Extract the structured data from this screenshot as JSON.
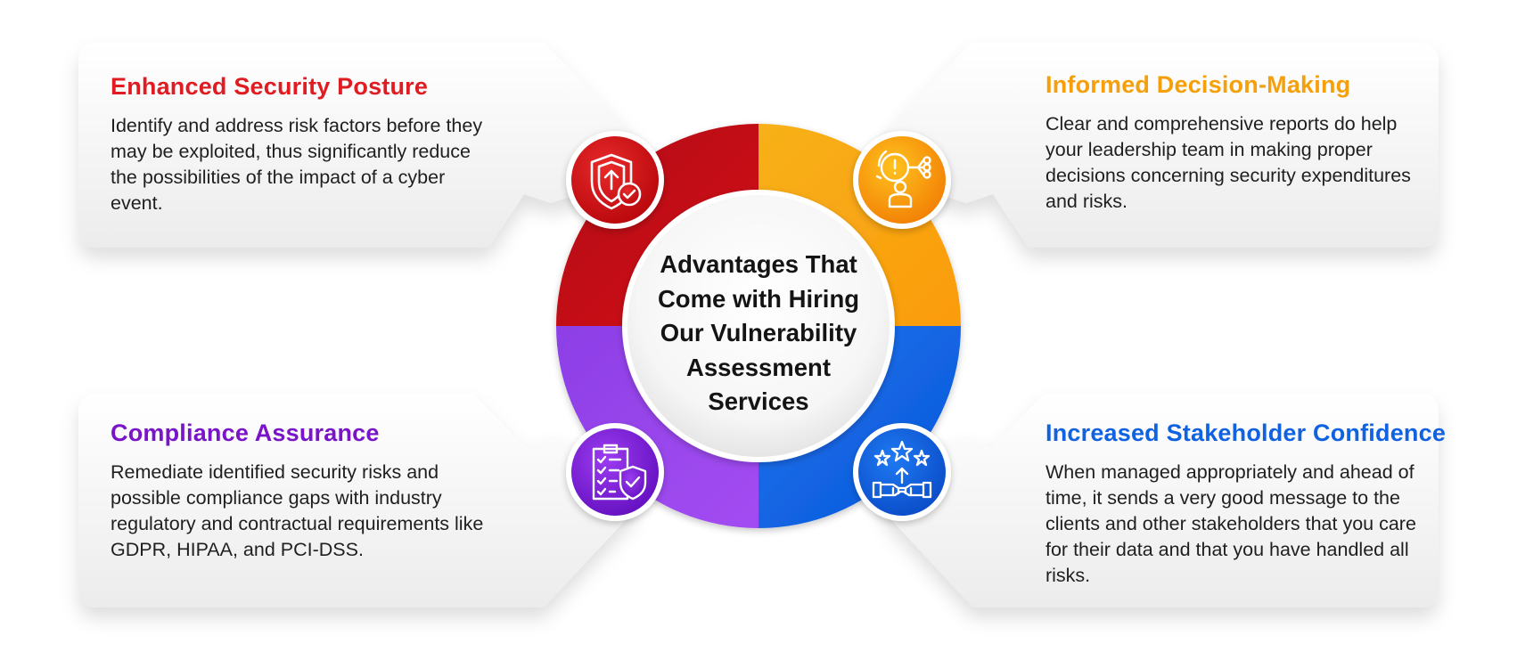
{
  "center": {
    "title": "Advantages That Come with Hiring Our Vulnerability Assessment Services"
  },
  "benefits": [
    {
      "title": "Enhanced Security Posture",
      "body": "Identify and address risk factors before they may be exploited, thus significantly reduce the possibilities of the impact of a cyber event.",
      "color": "#e01b22",
      "icon": "shield-check-icon"
    },
    {
      "title": "Informed Decision-Making",
      "body": "Clear and comprehensive reports do help your leadership team in making proper decisions concerning security expenditures and risks.",
      "color": "#f5a00a",
      "icon": "decision-network-icon"
    },
    {
      "title": "Compliance Assurance",
      "body": "Remediate identified security risks and possible compliance gaps with industry regulatory and contractual requirements like GDPR, HIPAA, and PCI-DSS.",
      "color": "#7a14c8",
      "icon": "compliance-checklist-icon"
    },
    {
      "title": "Increased Stakeholder Confidence",
      "body": "When managed appropriately and ahead of time, it sends a very good message to the clients and other stakeholders that you care for their data and that you have handled all risks.",
      "color": "#1062e0",
      "icon": "stakeholder-handshake-icon"
    }
  ]
}
